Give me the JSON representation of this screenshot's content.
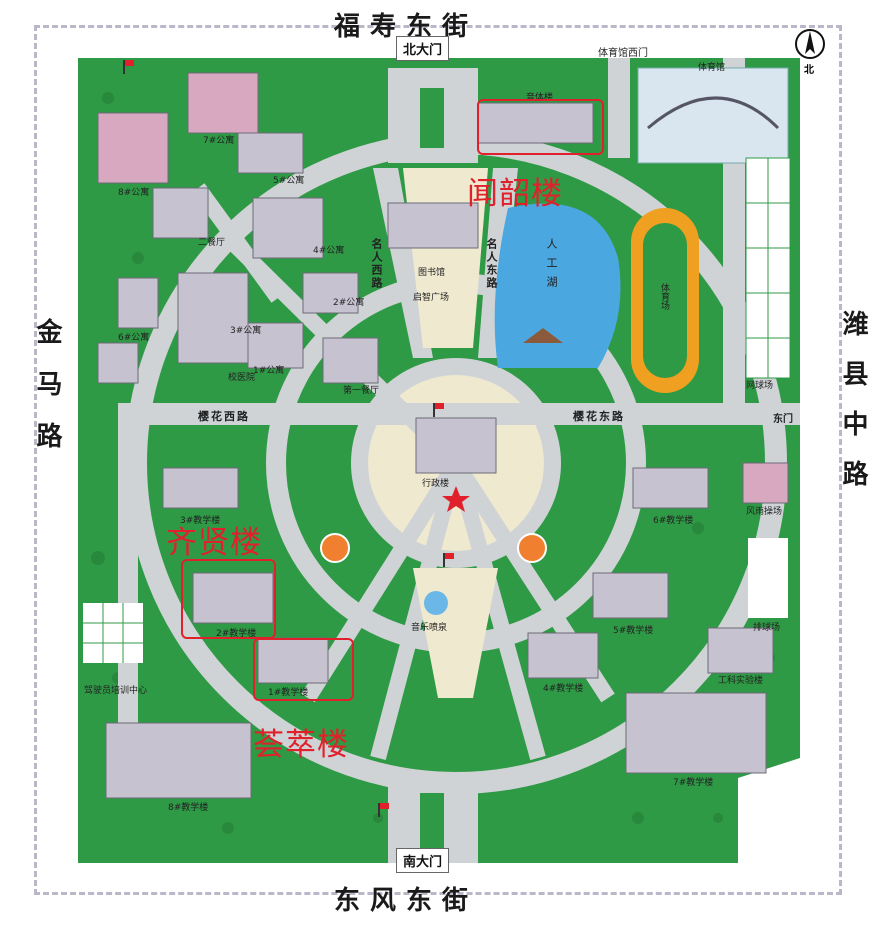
{
  "streets": {
    "north": "福寿东街",
    "south": "东风东街",
    "west": "金马路",
    "east": "潍县中路"
  },
  "compass": {
    "label": "北"
  },
  "gates": {
    "north": "北大门",
    "south": "南大门",
    "east": "东门",
    "gym_west": "体育馆西门"
  },
  "roads": {
    "sakura_west": "樱花西路",
    "sakura_east": "樱花东路",
    "mingren_west": "名人西路",
    "mingren_east": "名人东路"
  },
  "buildings": {
    "admin": "行政楼",
    "library": "图书馆",
    "square": "启智广场",
    "lake": "人工湖",
    "fountain": "音乐喷泉",
    "gym": "体育馆",
    "field": "体育场",
    "music": "音体楼",
    "dorm7": "7#公寓",
    "dorm8": "8#公寓",
    "dorm5": "5#公寓",
    "dorm4": "4#公寓",
    "dorm3": "3#公寓",
    "dorm6": "6#公寓",
    "dorm2": "2#公寓",
    "dorm1": "1#公寓",
    "canteen2": "二餐厅",
    "canteen1": "第一餐厅",
    "hospital": "校医院",
    "teach1": "1#教学楼",
    "teach2": "2#教学楼",
    "teach3": "3#教学楼",
    "teach4": "4#教学楼",
    "teach5": "5#教学楼",
    "teach6": "6#教学楼",
    "teach7": "7#教学楼",
    "teach8": "8#教学楼",
    "lab": "工科实验楼",
    "tennis": "网球场",
    "volleyball": "排球场",
    "court": "风雨操场",
    "driving": "驾驶员培训中心"
  },
  "annotations": {
    "wenshao": "闻韶楼",
    "qixian": "齐贤楼",
    "huicui": "荟萃楼"
  },
  "colors": {
    "grass": "#2f9a45",
    "road": "#cfd3d6",
    "water": "#4aa7e0",
    "highlight": "#e0202a",
    "track": "#f0a020"
  }
}
